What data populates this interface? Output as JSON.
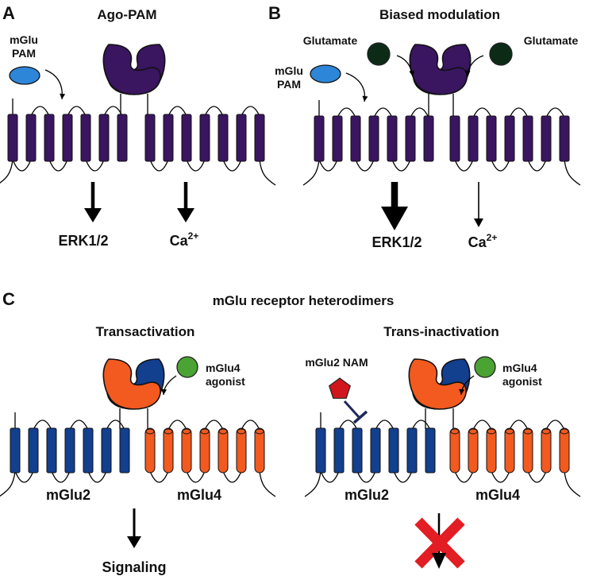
{
  "panels": {
    "a": {
      "letter": "A",
      "title": "Ago-PAM",
      "pam_label_1": "mGlu",
      "pam_label_2": "PAM",
      "out_left": "ERK1/2",
      "out_right_base": "Ca",
      "out_right_sup": "2+"
    },
    "b": {
      "letter": "B",
      "title": "Biased modulation",
      "glutamate_left": "Glutamate",
      "glutamate_right": "Glutamate",
      "pam_label_1": "mGlu",
      "pam_label_2": "PAM",
      "out_left": "ERK1/2",
      "out_right_base": "Ca",
      "out_right_sup": "2+"
    },
    "c": {
      "letter": "C",
      "title": "mGlu receptor heterodimers",
      "left": {
        "subtitle": "Transactivation",
        "agonist_1": "mGlu4",
        "agonist_2": "agonist",
        "receptor_left": "mGlu2",
        "receptor_right": "mGlu4",
        "output": "Signaling"
      },
      "right": {
        "subtitle": "Trans-inactivation",
        "nam_label": "mGlu2 NAM",
        "agonist_1": "mGlu4",
        "agonist_2": "agonist",
        "receptor_left": "mGlu2",
        "receptor_right": "mGlu4"
      }
    }
  },
  "colors": {
    "purple": "#3a1560",
    "blue": "#123f8e",
    "orange": "#f25a1f",
    "glutamate": "#0b2b17",
    "pam": "#2d86d8",
    "agonist": "#4aa332",
    "nam": "#d0161c",
    "cross": "#e21d23"
  }
}
